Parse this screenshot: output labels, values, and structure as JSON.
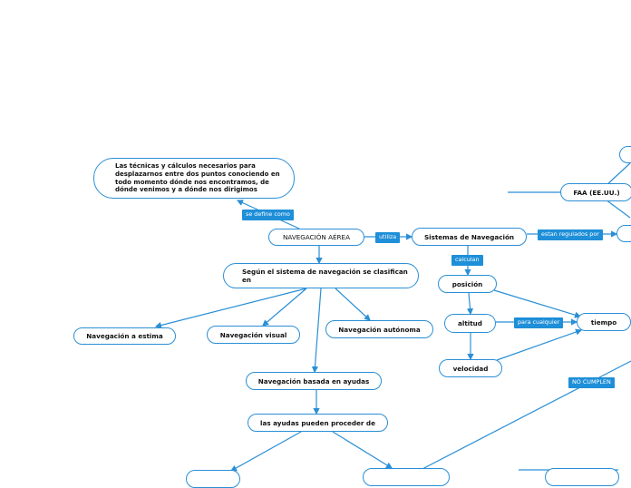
{
  "nodes": {
    "definition": "Las técnicas y cálculos necesarios para desplazarnos entre dos puntos conociendo en todo momento dónde nos encontramos, de dónde venimos y a dónde nos dirigimos",
    "navegacion_aerea": "NAVEGACIÓN AÉREA",
    "sistemas": "Sistemas de Navegación",
    "faa": "FAA (EE.UU.)",
    "clasificacion": "Según el sistema de navegación se clasifican en",
    "estima": "Navegación a estima",
    "visual": "Navegación visual",
    "autonoma": "Navegación autónoma",
    "ayudas": "Navegación basada en ayudas",
    "proceder": "las ayudas pueden proceder de",
    "posicion": "posición",
    "altitud": "altitud",
    "velocidad": "velocidad",
    "tiempo": "tiempo"
  },
  "labels": {
    "define": "se define como",
    "utiliza": "utiliza",
    "regulados": "estan regulados por",
    "calculan": "calculan",
    "cualquier": "para cualquier",
    "no_cumplen": "NO CUMPLEN"
  }
}
